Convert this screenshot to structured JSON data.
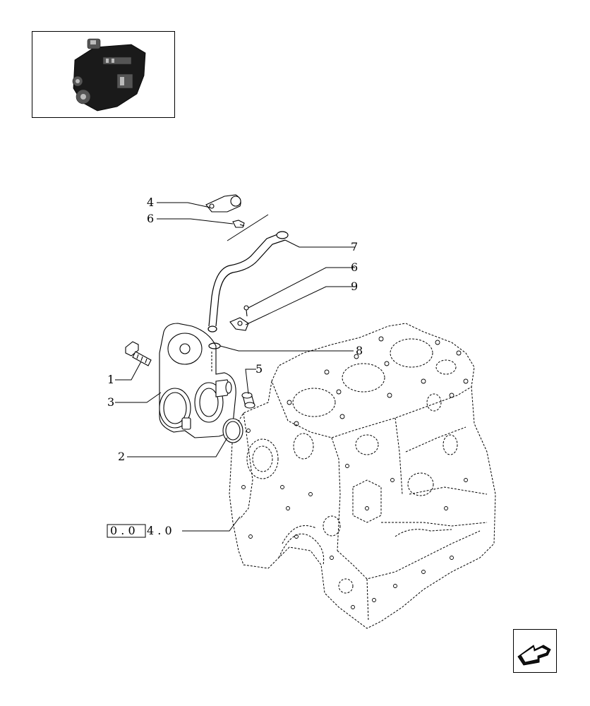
{
  "callouts": [
    {
      "id": "c1",
      "label": "1"
    },
    {
      "id": "c2",
      "label": "2"
    },
    {
      "id": "c3",
      "label": "3"
    },
    {
      "id": "c4",
      "label": "4"
    },
    {
      "id": "c5",
      "label": "5"
    },
    {
      "id": "c6a",
      "label": "6"
    },
    {
      "id": "c6b",
      "label": "6"
    },
    {
      "id": "c7",
      "label": "7"
    },
    {
      "id": "c8",
      "label": "8"
    },
    {
      "id": "c9",
      "label": "9"
    }
  ],
  "reference": {
    "boxed": "0 . 0",
    "rest": "4 . 0"
  },
  "nav": {
    "icon": "arrow-back-icon"
  },
  "thumbnail": {
    "icon": "engine-thumbnail-icon"
  }
}
